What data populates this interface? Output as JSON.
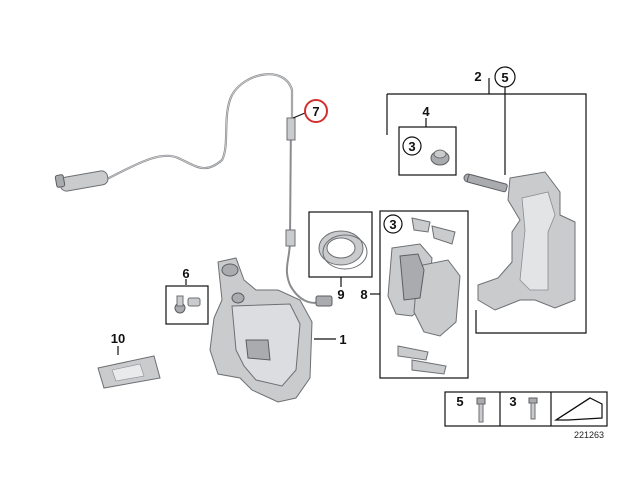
{
  "callouts": {
    "c1": "1",
    "c2": "2",
    "c3a": "3",
    "c3b": "3",
    "c3c": "3",
    "c4": "4",
    "c5a": "5",
    "c5b": "5",
    "c6": "6",
    "c7": "7",
    "c8": "8",
    "c9": "9",
    "c10": "10"
  },
  "reference_number": "221263",
  "colors": {
    "highlight_ring": "#d32f2f",
    "line": "#111111",
    "part_fill": "#c9cbcd"
  }
}
